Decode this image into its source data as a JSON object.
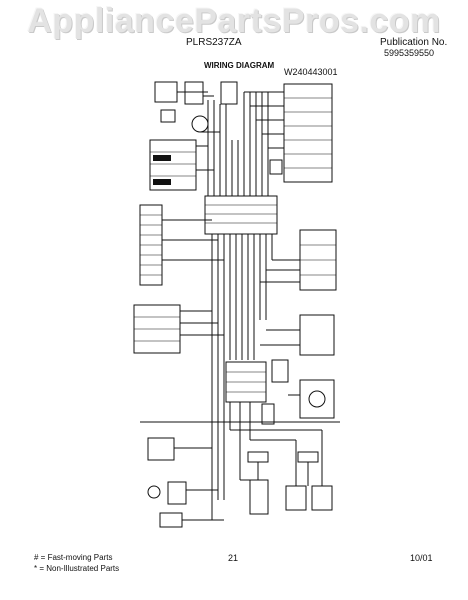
{
  "header": {
    "watermark": "AppliancePartsPros.com",
    "model": "PLRS237ZA",
    "publication_label": "Publication No.",
    "publication_number": "5995359550",
    "diagram_title": "WIRING DIAGRAM",
    "part_number": "W240443001"
  },
  "footer": {
    "legend_fast": "# = Fast-moving Parts",
    "legend_non": "* = Non-Illustrated Parts",
    "page_number": "21",
    "date_code": "10/01"
  }
}
